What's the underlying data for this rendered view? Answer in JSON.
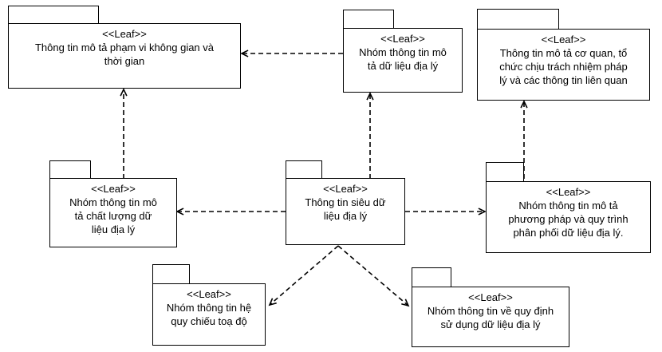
{
  "packages": {
    "spatial_temporal": {
      "stereotype": "<<Leaf>>",
      "lines": [
        "Thông tin mô tả phạm vi không gian và",
        "thời gian"
      ]
    },
    "metadata_group": {
      "stereotype": "<<Leaf>>",
      "lines": [
        "Nhóm thông tin mô",
        "tả dữ liệu địa lý"
      ]
    },
    "organization": {
      "stereotype": "<<Leaf>>",
      "lines": [
        "Thông tin mô tả cơ quan, tổ",
        "chức chịu trách nhiệm pháp",
        "lý và các thông tin liên quan"
      ]
    },
    "quality": {
      "stereotype": "<<Leaf>>",
      "lines": [
        "Nhóm thông tin mô",
        "tả chất lượng dữ",
        "liệu địa lý"
      ]
    },
    "core": {
      "stereotype": "<<Leaf>>",
      "lines": [
        "Thông tin siêu dữ",
        "liệu địa lý"
      ]
    },
    "distribution": {
      "stereotype": "<<Leaf>>",
      "lines": [
        "Nhóm thông tin mô tả",
        "phương pháp và quy trình",
        "phân phối dữ liệu địa lý."
      ]
    },
    "reference_system": {
      "stereotype": "<<Leaf>>",
      "lines": [
        "Nhóm thông tin hệ",
        "quy chiếu toạ độ"
      ]
    },
    "usage_rules": {
      "stereotype": "<<Leaf>>",
      "lines": [
        "Nhóm thông tin về quy định",
        "sử dụng dữ liệu địa lý"
      ]
    }
  },
  "dependencies": [
    {
      "from": "metadata_group",
      "to": "spatial_temporal"
    },
    {
      "from": "quality",
      "to": "spatial_temporal"
    },
    {
      "from": "core",
      "to": "metadata_group"
    },
    {
      "from": "core",
      "to": "quality"
    },
    {
      "from": "core",
      "to": "distribution"
    },
    {
      "from": "distribution",
      "to": "organization"
    },
    {
      "from": "core",
      "to": "reference_system"
    },
    {
      "from": "core",
      "to": "usage_rules"
    }
  ]
}
